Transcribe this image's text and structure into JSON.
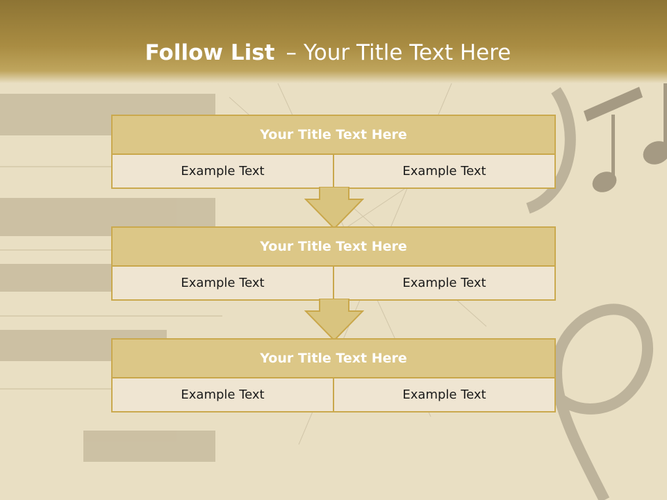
{
  "slide": {
    "title_bold": "Follow List",
    "title_sep": "–",
    "title_rest": "Your Title Text Here"
  },
  "blocks": [
    {
      "title": "Your Title Text Here",
      "cells": [
        "Example Text",
        "Example Text"
      ]
    },
    {
      "title": "Your Title Text Here",
      "cells": [
        "Example Text",
        "Example Text"
      ]
    },
    {
      "title": "Your Title Text Here",
      "cells": [
        "Example Text",
        "Example Text"
      ]
    }
  ],
  "colors": {
    "header_gold": "#a98c42",
    "block_header": "#dcc787",
    "block_body": "#efe5d2",
    "border_gold": "#caa94e",
    "parchment": "#e9dfc3"
  },
  "icons": [
    "down-arrow-icon",
    "piano-keys-image",
    "music-notes-image",
    "treble-clef-image"
  ]
}
